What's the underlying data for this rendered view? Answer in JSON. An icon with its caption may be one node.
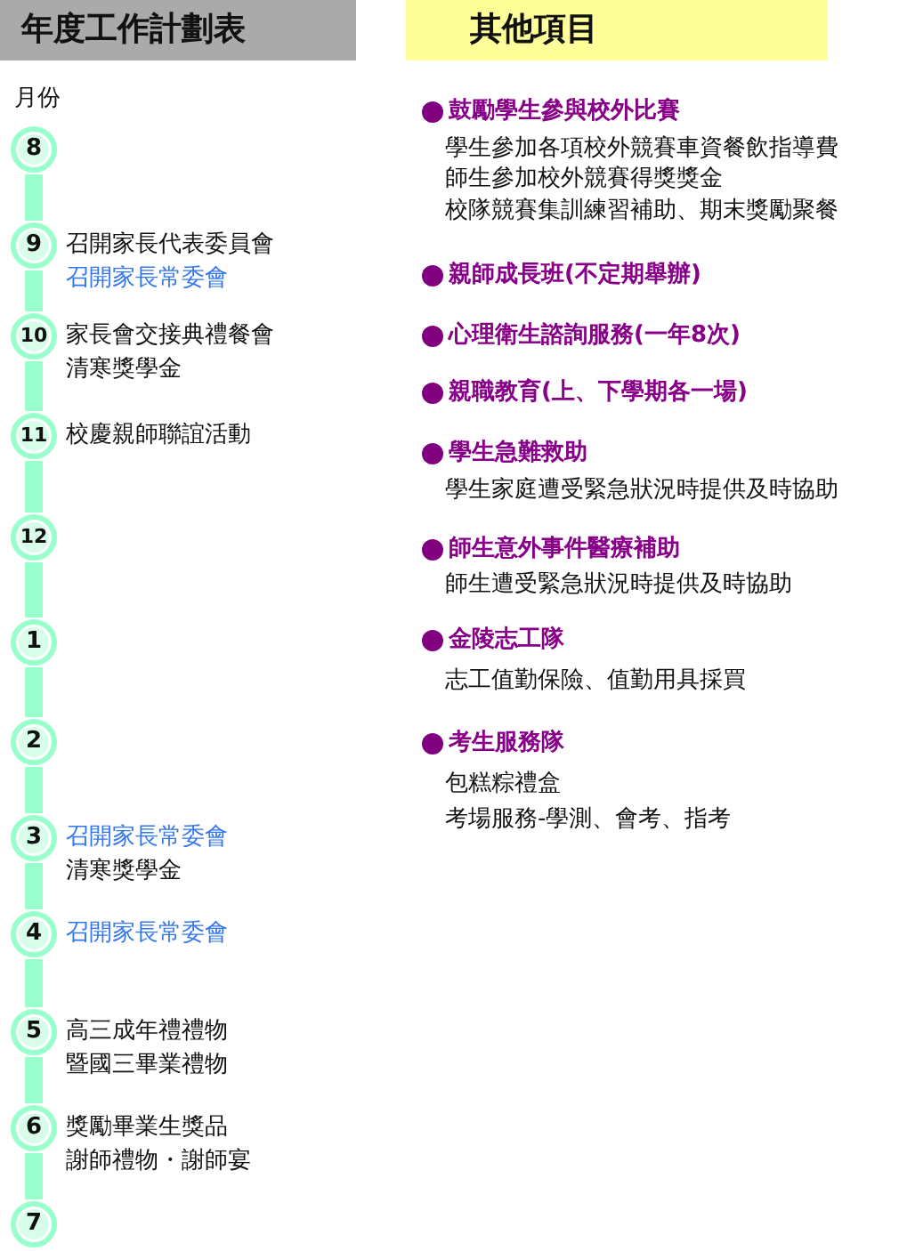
{
  "diagram": {
    "nodes": [
      {
        "text": [
          "年度工作計劃表"
        ]
      },
      {
        "text": [
          "其他項目"
        ]
      },
      {
        "text": [
          "8"
        ]
      },
      {
        "text": [
          "9"
        ],
        "beside": [
          "召開家長代表委員會",
          "召開家長常委會"
        ]
      },
      {
        "text": [
          "10"
        ],
        "beside": [
          "家長會交接典禮餐會",
          "清寒獎學金"
        ]
      },
      {
        "text": [
          "11"
        ],
        "beside": [
          "校慶親師聯誼活動"
        ]
      },
      {
        "text": [
          "12"
        ]
      },
      {
        "text": [
          "1"
        ]
      },
      {
        "text": [
          "2"
        ]
      },
      {
        "text": [
          "3"
        ],
        "beside": [
          "召開家長常委會",
          "清寒獎學金"
        ]
      },
      {
        "text": [
          "4"
        ],
        "beside": [
          "召開家長常委會"
        ]
      },
      {
        "text": [
          "5"
        ],
        "beside": [
          "高三成年禮禮物",
          "暨國三畢業禮物"
        ]
      },
      {
        "text": [
          "6"
        ],
        "beside": [
          "獎勵畢業生獎品",
          "謝師禮物・謝師宴"
        ]
      },
      {
        "text": [
          "7"
        ]
      }
    ],
    "edges": [
      {
        "from": 2,
        "to": 3,
        "arrow": "none"
      },
      {
        "from": 3,
        "to": 4,
        "arrow": "none"
      },
      {
        "from": 4,
        "to": 5,
        "arrow": "none"
      },
      {
        "from": 5,
        "to": 6,
        "arrow": "none"
      },
      {
        "from": 6,
        "to": 7,
        "arrow": "none"
      },
      {
        "from": 7,
        "to": 8,
        "arrow": "none"
      },
      {
        "from": 8,
        "to": 9,
        "arrow": "none"
      },
      {
        "from": 9,
        "to": 10,
        "arrow": "none"
      },
      {
        "from": 10,
        "to": 11,
        "arrow": "none"
      },
      {
        "from": 11,
        "to": 12,
        "arrow": "none"
      },
      {
        "from": 12,
        "to": 13,
        "arrow": "none"
      }
    ],
    "labels": [
      "月份",
      "鼓勵學生參與校外比賽",
      "學生參加各項校外競賽車資餐飲指導費",
      "師生參加校外競賽得獎獎金",
      "校隊競賽集訓練習補助、期末獎勵聚餐",
      "親師成長班(不定期舉辦)",
      "心理衛生諮詢服務(一年8次)",
      "親職教育(上、下學期各一場)",
      "學生急難救助",
      "學生家庭遭受緊急狀況時提供及時協助",
      "師生意外事件醫療補助",
      "師生遭受緊急狀況時提供及時協助",
      "金陵志工隊",
      "志工值勤保險、值勤用具採買",
      "考生服務隊",
      "包糕粽禮盒",
      "考場服務-學測、會考、指考"
    ]
  }
}
